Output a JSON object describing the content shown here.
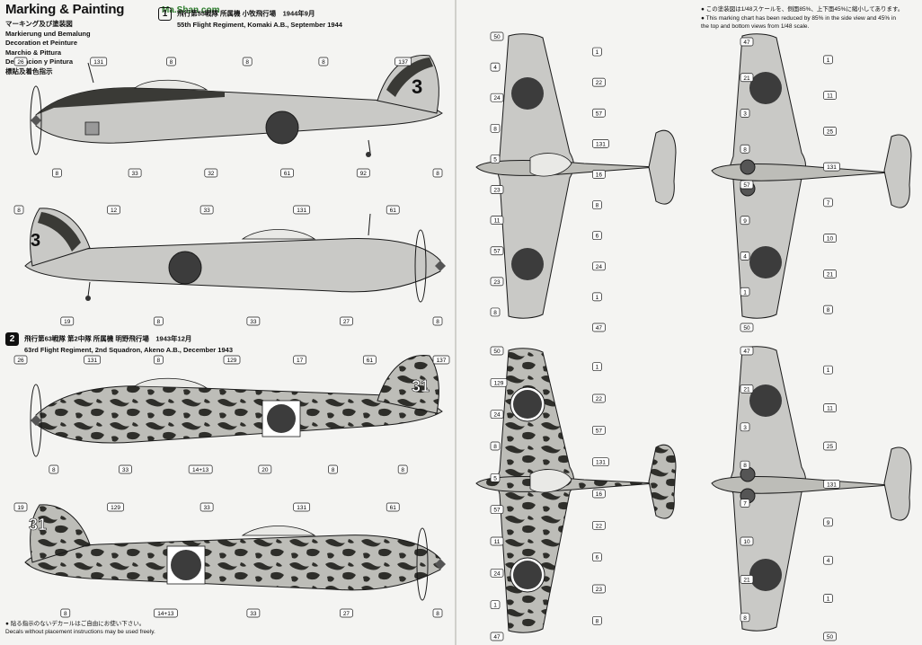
{
  "header": {
    "title": "Marking & Painting",
    "legend": [
      "マーキング及び塗装図",
      "Markierung und Bemalung",
      "Decoration et Peinture",
      "Marchio & Pittura",
      "Decoracion y Pintura",
      "標貼及着色指示"
    ],
    "watermark": "Ma.Shan.com"
  },
  "schemes": [
    {
      "number": "1",
      "japanese": "飛行第55戦隊 所属機 小牧飛行場　1944年9月",
      "english": "55th Flight Regiment, Komaki A.B., September 1944",
      "tail_number": "3"
    },
    {
      "number": "2",
      "japanese": "飛行第63戦隊 第2中隊 所属機 明野飛行場　1943年12月",
      "english": "63rd Flight Regiment, 2nd Squadron, Akeno A.B., December 1943",
      "tail_number": "31"
    }
  ],
  "scale_note": [
    "● この塗装図は1/48スケールを、側面85%、上下面45%に縮小してあります。",
    "● This marking chart has been reduced by 85% in the side view and 45% in",
    "   the top and bottom views from 1/48 scale."
  ],
  "footer": [
    "● 貼る指示のないデカールはご自由にお使い下さい。",
    "Decals without placement instructions may be used freely."
  ],
  "callouts": {
    "side1": [
      "26",
      "8",
      "131",
      "33",
      "8",
      "32",
      "8",
      "61",
      "8",
      "92",
      "137",
      "8"
    ],
    "side2": [
      "8",
      "19",
      "12",
      "8",
      "33",
      "33",
      "131",
      "27",
      "61",
      "8"
    ],
    "side3": [
      "26",
      "8",
      "131",
      "33",
      "8",
      "14+13",
      "129",
      "20",
      "17",
      "8",
      "61",
      "8",
      "137"
    ],
    "side4": [
      "19",
      "8",
      "129",
      "14+13",
      "33",
      "33",
      "131",
      "27",
      "61",
      "8"
    ],
    "plan_top1": [
      "50",
      "1",
      "4",
      "22",
      "24",
      "57",
      "8",
      "131",
      "5",
      "16",
      "23",
      "8",
      "11",
      "6",
      "57",
      "24",
      "23",
      "1",
      "8",
      "47"
    ],
    "plan_bot1": [
      "47",
      "1",
      "21",
      "11",
      "3",
      "25",
      "8",
      "131",
      "57",
      "7",
      "9",
      "10",
      "4",
      "21",
      "1",
      "8",
      "50"
    ],
    "plan_top2": [
      "50",
      "1",
      "129",
      "22",
      "24",
      "57",
      "8",
      "131",
      "5",
      "16",
      "57",
      "22",
      "11",
      "6",
      "24",
      "23",
      "1",
      "8",
      "47"
    ],
    "plan_bot2": [
      "47",
      "1",
      "21",
      "11",
      "3",
      "25",
      "8",
      "131",
      "7",
      "9",
      "10",
      "4",
      "21",
      "1",
      "8",
      "50"
    ]
  },
  "colors": {
    "gray": "#c9c9c6",
    "dark_green": "#3a3a36",
    "hinomaru": "#3c3c3c",
    "line": "#1a1a1a",
    "camo_base": "#bdbdb8"
  },
  "icons": [
    "circled-number-badge",
    "hinomaru-roundel",
    "propeller"
  ]
}
